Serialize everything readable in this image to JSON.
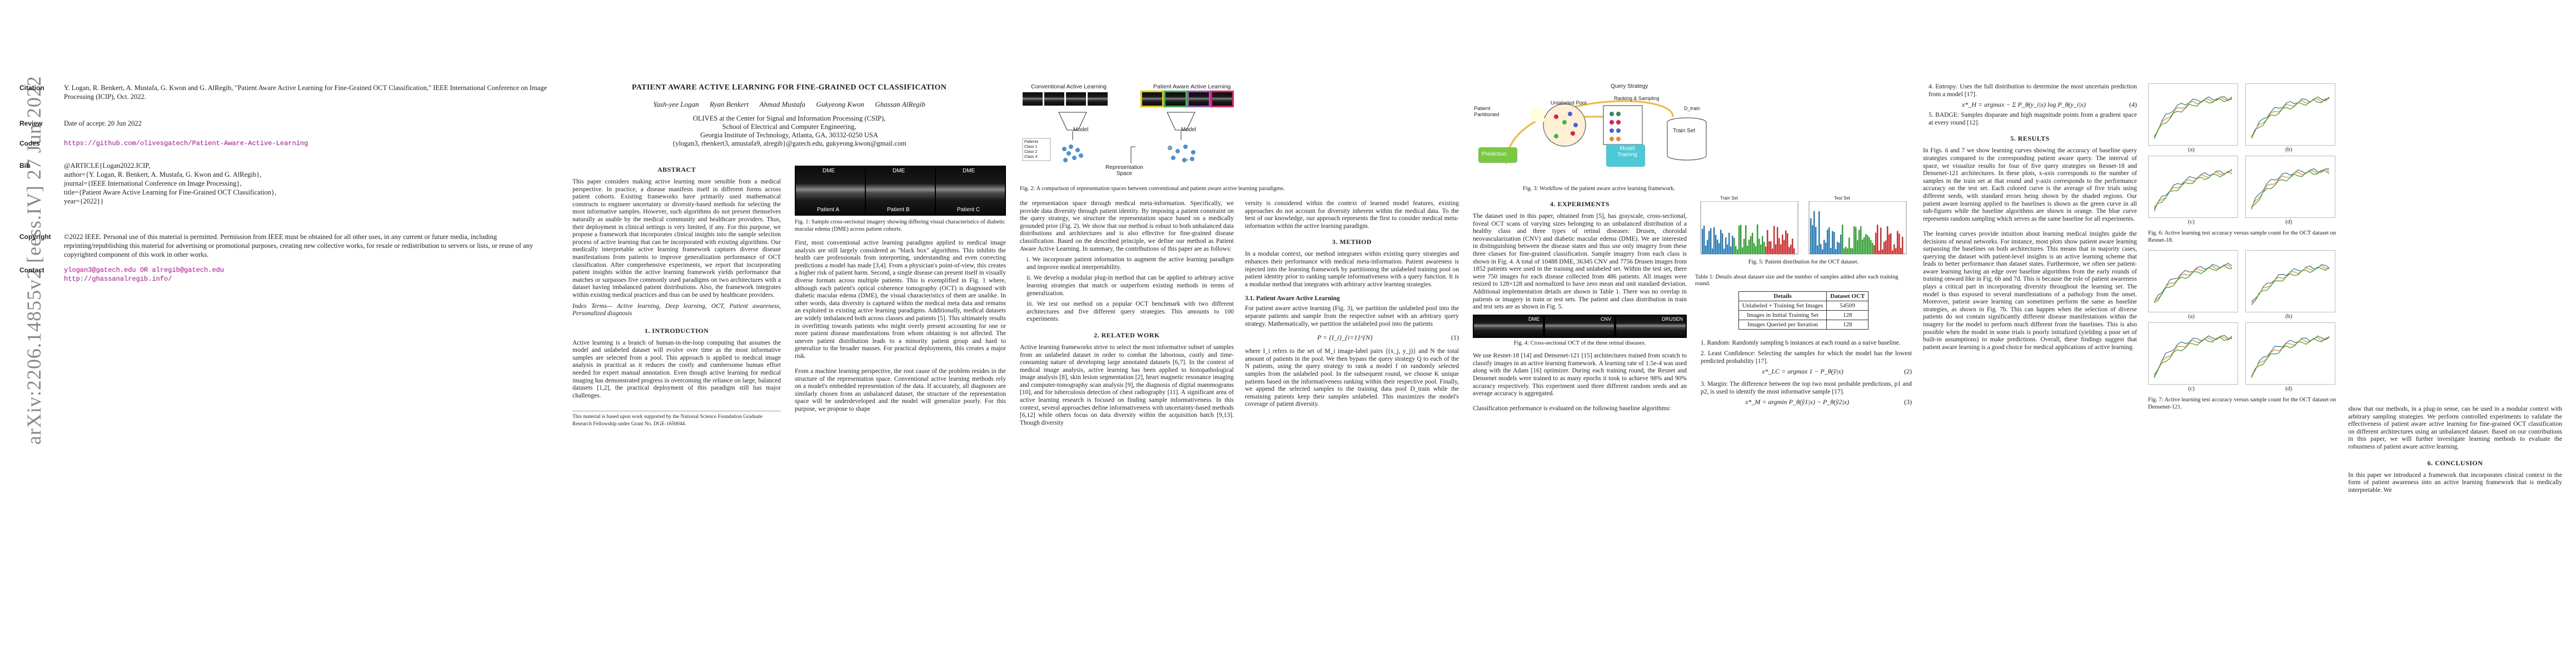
{
  "arxiv_id": "arXiv:2206.14855v2  [eess.IV]  27 Jun 2022",
  "header": {
    "citation_label": "Citation",
    "citation_text": "Y. Logan, R. Benkert, A. Mustafa, G. Kwon and G. AlRegib, \"Patient Aware Active Learning for Fine-Grained OCT Classification,\" IEEE International Conference on Image Processing (ICIP), Oct. 2022.",
    "review_label": "Review",
    "review_text": "Date of accept: 20 Jun 2022",
    "codes_label": "Codes",
    "codes_text": "https://github.com/olivesgatech/Patient-Aware-Active-Learning",
    "bib_label": "Bib",
    "bib_lines": [
      "@ARTICLE{Logan2022.ICIP,",
      "author={Y. Logan, R. Benkert, A. Mustafa, G. Kwon and G. AlRegib},",
      "journal={IEEE International Conference on Image Processing},",
      "title={Patient Aware Active Learning for Fine-Grained OCT Classification},",
      "year={2022}}"
    ],
    "copyright_label": "Copyright",
    "copyright_text": "©2022 IEEE. Personal use of this material is permitted. Permission from IEEE must be obtained for all other uses, in any current or future media, including reprinting/republishing this material for advertising or promotional purposes, creating new collective works, for resale or redistribution to servers or lists, or reuse of any copyrighted component of this work in other works.",
    "contact_label": "Contact",
    "contact_lines": [
      "ylogan3@gatech.edu OR alregib@gatech.edu",
      "http://ghassanalregib.info/"
    ]
  },
  "paper": {
    "title": "PATIENT AWARE ACTIVE LEARNING FOR FINE-GRAINED OCT CLASSIFICATION",
    "authors": "Yash-yee Logan      Ryan Benkert      Ahmad Mustafa      Gukyeong Kwon      Ghassan AlRegib",
    "affil_1": "OLIVES at the Center for Signal and Information Processing (CSIP),",
    "affil_2": "School of Electrical and Computer Engineering,",
    "affil_3": "Georgia Institute of Technology, Atlanta, GA, 30332-0250 USA",
    "affil_4": "{ylogan3, rbenkert3, amustafa9, alregib}@gatech.edu, gukyeong.kwon@gmail.com",
    "abstract_heading": "ABSTRACT",
    "abstract": "This paper considers making active learning more sensible from a medical perspective. In practice, a disease manifests itself in different forms across patient cohorts. Existing frameworks have primarily used mathematical constructs to engineer uncertainty or diversity-based methods for selecting the most informative samples. However, such algorithms do not present themselves naturally as usable by the medical community and healthcare providers. Thus, their deployment in clinical settings is very limited, if any. For this purpose, we propose a framework that incorporates clinical insights into the sample selection process of active learning that can be incorporated with existing algorithms. Our medically interpretable active learning framework captures diverse disease manifestations from patients to improve generalization performance of OCT classification. After comprehensive experiments, we report that incorporating patient insights within the active learning framework yields performance that matches or surpasses five commonly used paradigms on two architectures with a dataset having imbalanced patient distributions. Also, the framework integrates within existing medical practices and thus can be used by healthcare providers.",
    "index_terms": "Index Terms— Active learning, Deep learning, OCT, Patient awareness, Personalized diagnosis",
    "intro_heading": "1. INTRODUCTION",
    "intro": "Active learning is a branch of human-in-the-loop computing that assumes the model and unlabeled dataset will evolve over time as the most informative samples are selected from a pool. This approach is applied to medical image analysis in practical as it reduces the costly and cumbersome human effort needed for expert manual annotation. Even though active learning for medical imaging has demonstrated progress in overcoming the reliance on large, balanced datasets [1,2], the practical deployment of this paradigm still has major challenges.",
    "footnote": "This material is based upon work supported by the National Science Foundation Graduate Research Fellowship under Grant No. DGE-1650044.",
    "fig1_labels": [
      "DME",
      "DME",
      "DME"
    ],
    "fig1_patients": [
      "Patient A",
      "Patient B",
      "Patient C"
    ],
    "fig1_caption": "Fig. 1: Sample cross-sectional imagery showing differing visual characteristics of diabetic macular edema (DME) across patient cohorts.",
    "col2_text": "First, most conventional active learning paradigms applied to medical image analysis are still largely considered as \"black box\" algorithms. This inhibits the health care professionals from interpreting, understanding and even correcting predictions a model has made [3,4]. From a physician's point-of-view, this creates a higher risk of patient harm. Second, a single disease can present itself in visually diverse formats across multiple patients. This is exemplified in Fig. 1 where, although each patient's optical coherence tomography (OCT) is diagnosed with diabetic macular edema (DME), the visual characteristics of them are unalike. In other words, data diversity is captured within the medical meta data and remains an exploited in existing active learning paradigms. Additionally, medical datasets are widely imbalanced both across classes and patients [5]. This ultimately results in overfitting towards patients who might overly present accounting for one or more patient disease manifestations from whom obtaining is not affected. The uneven patient distribution leads to a minority patient group and hard to generalize to the broader masses. For practical deployments, this creates a major risk.\n\nFrom a machine learning perspective, the root cause of the problem resides in the structure of the representation space. Conventional active learning methods rely on a model's embedded representation of the data. If accurately, all diagnoses are similarly chosen from an unbalanced dataset, the structure of the representation space will be underdeveloped and the model will generalize poorly. For this purpose, we propose to shape",
    "fig2_title_left": "Conventional Active Learning",
    "fig2_title_right": "Patient Aware Active Learning",
    "fig2_model": "Model",
    "fig2_rep": "Representation Space",
    "fig2_legend": [
      "Patients",
      "Class 1",
      "Class 2",
      "Class 3"
    ],
    "fig2_caption": "Fig. 2: A comparison of representation spaces between conventional and patient aware active learning paradigms.",
    "col3a_text": "the representation space through medical meta-information. Specifically, we provide data diversity through patient identity. By imposing a patient constraint on the query strategy, we structure the representation space based on a medically grounded prior (Fig. 2). We show that our method is robust to both unbalanced data distributions and architectures and is also effective for fine-grained disease classification. Based on the described principle, we define our method as Patient Aware Active Learning. In summary, the contributions of this paper are as follows:",
    "contrib": [
      "i. We incorporate patient information to augment the active learning paradigm and improve medical interpretability.",
      "ii. We develop a modular plug-in method that can be applied to arbitrary active learning strategies that match or outperform existing methods in terms of generalization.",
      "iii. We test our method on a popular OCT benchmark with two different architectures and five different query strategies. This amounts to 100 experiments."
    ],
    "related_heading": "2. RELATED WORK",
    "related": "Active learning frameworks strive to select the most informative subset of samples from an unlabeled dataset in order to combat the laborious, costly and time-consuming nature of developing large annotated datasets [6,7]. In the context of medical image analysis, active learning has been applied to histopathological image analysis [8], skin lesion segmentation [2], heart magnetic resonance imaging and computer-tomography scan analysis [9], the diagnosis of digital mammograms [10], and for tuberculosis detection of chest radiography [11]. A significant area of active learning research is focused on finding sample informativeness. In this context, several approaches define informativeness with uncertainty-based methods [6,12] while others focus on data diversity within the acquisition batch [9,13]. Though diversity",
    "col3b_text": "versity is considered within the context of learned model features, existing approaches do not account for diversity inherent within the medical data. To the best of our knowledge, our approach represents the first to consider medical meta-information within the active learning paradigm.",
    "method_heading": "3. METHOD",
    "method": "In a modular context, our method integrates within existing query strategies and enhances their performance with medical meta-information. Patient awareness is injected into the learning framework by partitioning the unlabeled training pool on patient identity prior to ranking sample informativeness with a query function. It is a modular method that integrates with arbitrary active learning strategies.",
    "sub31": "3.1. Patient Aware Active Learning",
    "sub31_text": "For patient aware active learning (Fig. 3), we partition the unlabeled pool into the separate patients and sample from the respective subset with an arbitrary query strategy. Mathematically, we partition the unlabeled pool into the patients",
    "eq1": "P = {I_i}_{i=1}^{N}",
    "eq1_num": "(1)",
    "col3c_text": "where I_i refers to the set of M_i image-label pairs {(x_j, y_j)} and N the total amount of patients in the pool. We then bypass the query strategy Q to each of the N patients, using the query strategy to rank a model f on randomly selected samples from the unlabeled pool. In the subsequent round, we choose K unique patients based on the informativeness ranking within their respective pool. Finally, we append the selected samples to the training data pool D_train while the remaining patients keep their samples unlabeled. This maximizes the model's coverage of patient diversity.",
    "fig3_query": "Query Strategy",
    "fig3_ranking": "Ranking & Sampling",
    "fig3_patient": "Patient Partitioned",
    "fig3_unlabeled": "Unlabeled Pool",
    "fig3_train": "Train Set",
    "fig3_dtrain": "D_train",
    "fig3_prediction": "Prediction",
    "fig3_model": "Model Training",
    "fig3_caption": "Fig. 3: Workflow of the patient aware active learning framework.",
    "exp_heading": "4. EXPERIMENTS",
    "exp": "The dataset used in this paper, obtained from [5], has grayscale, cross-sectional, foveal OCT scans of varying sizes belonging to an unbalanced distribution of a healthy class and three types of retinal diseases: Drusen, choroidal neovascularization (CNV) and diabetic macular edema (DME). We are interested in distinguishing between the disease states and thus use only imagery from these three classes for fine-grained classification. Sample imagery from each class is shown in Fig. 4. A total of 10488 DME, 36345 CNV and 7756 Drusen images from 1852 patients were used in the training and unlabeled set. Within the test set, there were 750 images for each disease collected from 486 patients. All images were resized to 128×128 and normalized to have zero mean and unit standard deviation. Additional implementation details are shown in Table 1. There was no overlap in patients or imagery in train or test sets. The patient and class distribution in train and test sets are as shown in Fig. 5.",
    "fig4_labels": [
      "DME",
      "CNV",
      "DRUSEN"
    ],
    "fig4_caption": "Fig. 4: Cross-sectional OCT of the three retinal diseases.",
    "exp2": "We use Resnet-18 [14] and Densenet-121 [15] architectures trained from scratch to classify images in an active learning framework. A learning rate of 1.5e-4 was used along with the Adam [16] optimizer. During each training round, the Resnet and Densenet models were trained to as many epochs it took to achieve 98% and 90% accuracy respectively. This experiment used three different random seeds and an average accuracy is aggregated.\n\nClassification performance is evaluated on the following baseline algorithms:",
    "fig5_titles": [
      "Train Set",
      "Test Set"
    ],
    "fig5_caption": "Fig. 5: Patient distribution for the OCT dataset.",
    "table_caption": "Table 1: Details about dataset size and the number of samples added after each training round.",
    "table_header": [
      "Details",
      "Dataset OCT"
    ],
    "table_rows": [
      [
        "Unlabeled + Training Set Images",
        "54509"
      ],
      [
        "Images in Initial Training Set",
        "128"
      ],
      [
        "Images Queried per Iteration",
        "128"
      ]
    ],
    "baselines": [
      "1. Random: Randomly sampling b instances at each round as a naive baseline.",
      "2. Least Confidence: Selecting the samples for which the model has the lowest predicted probability [17].",
      "3. Margin: The difference between the top two most probable predictions, p1 and p2, is used to identify the most informative sample [17]."
    ],
    "eq2": "x*_LC = argmax 1 − P_θ(ŷ|x)",
    "eq2_num": "(2)",
    "eq3": "x*_M = argmin P_θ(ŷ1|x) − P_θ(ŷ2|x)",
    "eq3_num": "(3)",
    "col5_items": [
      "4. Entropy: Uses the full distribution to determine the most uncertain prediction from a model [17].",
      "5. BADGE: Samples disparate and high magnitude points from a gradient space at every round [12]."
    ],
    "eq4": "x*_H = argmax − Σ P_θ(y_i|x) log P_θ(y_i|x)",
    "eq4_num": "(4)",
    "results_heading": "5. RESULTS",
    "results": "In Figs. 6 and 7 we show learning curves showing the accuracy of baseline query strategies compared to the corresponding patient aware query. The interval of space, we visualize results for four of five query strategies on Resnet-18 and Densenet-121 architectures. In these plots, x-axis corresponds to the number of samples in the train set at that round and y-axis corresponds to the performance accuracy on the test set. Each colored curve is the average of five trials using different seeds, with standard errors being shown by the shaded regions. Our patient aware learning applied to the baselines is shown as the green curve in all sub-figures while the baseline algorithms are shown in orange. The blue curve represents random sampling which serves as the same baseline for all experiments.\n\nThe learning curves provide intuition about learning medical insights guide the decisions of neural networks. For instance, most plots show patient aware learning surpassing the baselines on both architectures. This means that in majority cases, querying the dataset with patient-level insights is an active learning scheme that leads to better performance than dataset states. Furthermore, we often see patient-aware learning having an edge over baseline algorithms from the early rounds of training onward like in Fig. 6b and 7d. This is because the role of patient awareness plays a critical part in incorporating diversity throughout the learning set. The model is thus exposed to several manifestations of a pathology from the onset. Moreover, patient aware learning can sometimes perform the same as baseline strategies, as shown in Fig. 7b. This can happen when the selection of diverse patients do not contain significantly different disease manifestations within the imagery for the model to perform much different from the baselines. This is also possible when the model in some trials is poorly initialized (yielding a poor set of built-in assumptions) to make predictions. Overall, these findings suggest that patient aware learning is a good choice for medical applications of active learning.",
    "fig6_caption": "Fig. 6: Active learning test accuracy versus sample count for the OCT dataset on Resnet-18.",
    "fig7_caption": "Fig. 7: Active learning test accuracy versus sample count for the OCT dataset on Densenet-121.",
    "subfig_labels": [
      "(a)",
      "(b)",
      "(c)",
      "(d)"
    ],
    "col6_text": "show that our methods, in a plug-in sense, can be used in a modular context with arbitrary sampling strategies. We perform controlled experiments to validate the effectiveness of patient aware active learning for fine-grained OCT classification on different architectures using an unbalanced dataset. Based on our contributions in this paper, we will further investigate learning methods to evaluate the robustness of patient aware active learning.",
    "conclusion_heading": "6. CONCLUSION",
    "conclusion": "In this paper we introduced a framework that incorporates clinical context in the form of patient awareness into an active learning framework that is medically interpretable. We"
  },
  "colors": {
    "link": "#d400a6",
    "accent_green": "#7ac943",
    "accent_teal": "#4cc9d6",
    "accent_orange": "#f7b733",
    "accent_blue": "#1f77b4"
  }
}
